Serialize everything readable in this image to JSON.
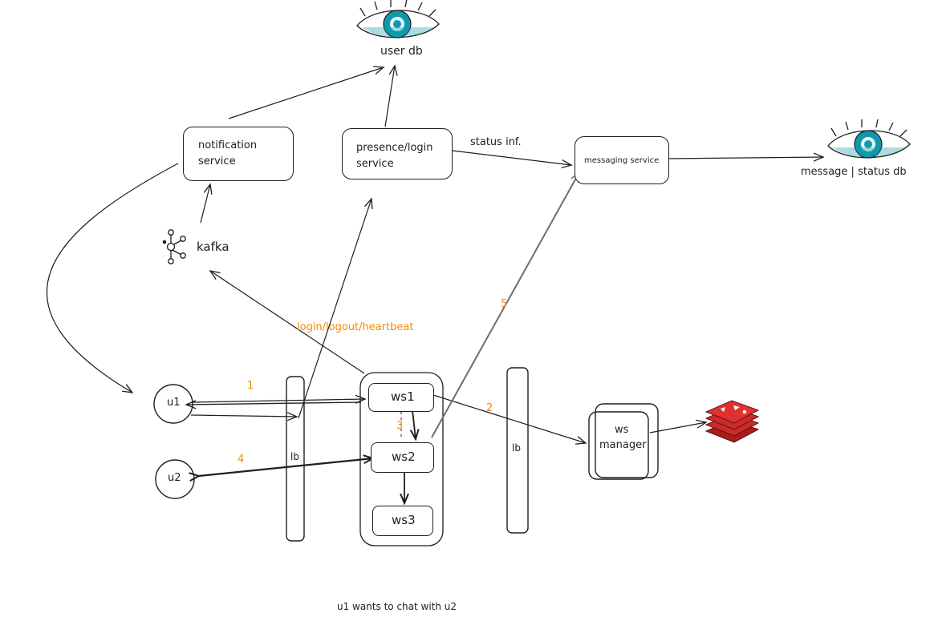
{
  "colors": {
    "stroke": "#1e1e1e",
    "accent": "#f08c00",
    "eye": "#1098ad",
    "redis": "#c92a2a"
  },
  "nodes": {
    "user_db": {
      "label": "user db",
      "icon": "eye-icon"
    },
    "message_db": {
      "label": "message | status db",
      "icon": "eye-icon"
    },
    "notification_service": {
      "line1": "notification",
      "line2": "service"
    },
    "presence_service": {
      "line1": "presence/login",
      "line2": "service"
    },
    "messaging_service": {
      "label": "messaging service"
    },
    "kafka": {
      "label": "kafka",
      "icon": "kafka-icon"
    },
    "u1": {
      "label": "u1"
    },
    "u2": {
      "label": "u2"
    },
    "lb_left": {
      "label": "lb"
    },
    "lb_right": {
      "label": "lb"
    },
    "ws1": {
      "label": "ws1"
    },
    "ws2": {
      "label": "ws2"
    },
    "ws3": {
      "label": "ws3"
    },
    "ws_manager": {
      "line1": "ws",
      "line2": "manager"
    },
    "redis": {
      "icon": "redis-icon"
    }
  },
  "edge_labels": {
    "status_info": "status inf.",
    "login_logout": "login/logout/heartbeat",
    "step1": "1",
    "step2": "2",
    "step3": "3",
    "step4": "4",
    "step5": "5"
  },
  "caption": "u1 wants to chat with u2"
}
